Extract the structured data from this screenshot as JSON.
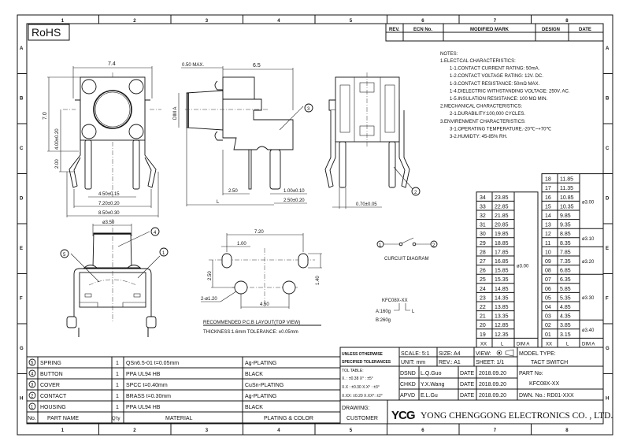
{
  "frame": {
    "columns": [
      "1",
      "2",
      "3",
      "4",
      "5",
      "6",
      "7",
      "8"
    ],
    "rows": [
      "A",
      "B",
      "C",
      "D",
      "E",
      "F",
      "G",
      "H"
    ]
  },
  "rohs": "RoHS",
  "revision_table": {
    "headers": [
      "REV.",
      "ECN No.",
      "MODIFIED MARK",
      "DESIGN",
      "DATE"
    ]
  },
  "notes": {
    "title": "NOTES:",
    "lines": [
      "1.ELECTCAL CHARACTERISTICS:",
      "1-1.CONTACT CURRENT RATING:    50mA.",
      "1-2.CONTACT VOLTAGE RATING: 12V. DC.",
      "1-3.CONTACT RESISTANCE:  50mΩ MAX.",
      "1-4.DIELECTRIC WITHSTANDING VOLTAGE:  250V. AC.",
      "1-5.INSULATION RESISTANCE:  100 MΩ MIN.",
      "2.MECHANICAL CHARACTERISTICS:",
      "2-1.DURABILITY:100,000 CYCLES.",
      "3.ENVIRENMENT CHARACTERISTICS:",
      "3-1.OPERATING TEMPERATURE.-20℃~+70℃",
      "3-2.HUMIDTY: 45-85% RH."
    ]
  },
  "dimensions": {
    "front_width": "7.4",
    "front_height": "7.0",
    "front_center": "4.00±0.20",
    "front_lead": "2.00",
    "pitch_inner": "4.50±0.15",
    "pitch_mid": "7.20±0.20",
    "pitch_outer": "8.50±0.30",
    "side_max": "0.50 MAX.",
    "side_depth": "6.5",
    "dim_a": "DIM A",
    "side_l": "L",
    "side_250": "2.50",
    "side_pin": "1.00±0.10",
    "side_pin_spacing": "2.50±0.20",
    "back_pin": "0.70±0.05",
    "button_dia": "ø3.50"
  },
  "callouts": [
    "1",
    "2",
    "3",
    "4",
    "5"
  ],
  "pcb_layout": {
    "dim_720": "7.20",
    "dim_100": "1.00",
    "dim_250": "2.50",
    "dim_140": "1.40",
    "dim_450": "4.50",
    "holes": "2-ø1.20",
    "title": "RECOMMENDED P.C.B LAYOUT(TOP VIEW)",
    "thickness": "THICKNESS:1.6mm  TOLERANCE: ±0.05mm"
  },
  "circuit": {
    "pin1": "1",
    "pin2": "2",
    "title": "CURCUIT DIAGRAM"
  },
  "part_code": {
    "code": "KFC08X-XX",
    "option_a": "A:160g",
    "option_b": "B:260g",
    "l_label": "L"
  },
  "length_table_left": {
    "headers": [
      "XX",
      "L",
      "DIM A"
    ],
    "dim": "ø3.00",
    "rows": [
      [
        "34",
        "23.85"
      ],
      [
        "33",
        "22.85"
      ],
      [
        "32",
        "21.85"
      ],
      [
        "31",
        "20.85"
      ],
      [
        "30",
        "19.85"
      ],
      [
        "29",
        "18.85"
      ],
      [
        "28",
        "17.85"
      ],
      [
        "27",
        "16.85"
      ],
      [
        "26",
        "15.85"
      ],
      [
        "25",
        "15.35"
      ],
      [
        "24",
        "14.85"
      ],
      [
        "23",
        "14.35"
      ],
      [
        "22",
        "13.85"
      ],
      [
        "21",
        "13.35"
      ],
      [
        "20",
        "12.85"
      ],
      [
        "19",
        "12.35"
      ]
    ]
  },
  "length_table_right": {
    "headers": [
      "XX",
      "L",
      "DIM A"
    ],
    "rows": [
      [
        "18",
        "11.85"
      ],
      [
        "17",
        "11.35"
      ],
      [
        "16",
        "10.85"
      ],
      [
        "15",
        "10.35"
      ],
      [
        "14",
        "9.85"
      ],
      [
        "13",
        "9.35"
      ],
      [
        "12",
        "8.85"
      ],
      [
        "11",
        "8.35"
      ],
      [
        "10",
        "7.85"
      ],
      [
        "09",
        "7.35"
      ],
      [
        "08",
        "6.85"
      ],
      [
        "07",
        "6.35"
      ],
      [
        "06",
        "5.85"
      ],
      [
        "05",
        "5.35"
      ],
      [
        "04",
        "4.85"
      ],
      [
        "03",
        "4.35"
      ],
      [
        "02",
        "3.85"
      ],
      [
        "01",
        "3.15"
      ]
    ],
    "groups": [
      {
        "span": 6,
        "dim": "ø3.00"
      },
      {
        "span": 2,
        "dim": "ø3.10"
      },
      {
        "span": 3,
        "dim": "ø3.20"
      },
      {
        "span": 5,
        "dim": "ø3.30"
      },
      {
        "span": 2,
        "dim": "ø3.40"
      }
    ]
  },
  "bom": {
    "headers": [
      "No.",
      "PART NAME",
      "Q'ty",
      "MATERIAL",
      "PLATING & COLOR"
    ],
    "rows": [
      {
        "no": "5",
        "name": "SPRING",
        "qty": "1",
        "material": "QSn6.5-01  t=0.05mm",
        "plating": "Ag-PLATING"
      },
      {
        "no": "4",
        "name": "BUTTON",
        "qty": "1",
        "material": "PPA  UL94  HB",
        "plating": "BLACK"
      },
      {
        "no": "3",
        "name": "COVER",
        "qty": "1",
        "material": "SPCC  t=0.40mm",
        "plating": "CuSn-PLATING"
      },
      {
        "no": "2",
        "name": "CONTACT",
        "qty": "1",
        "material": "BRASS  t=0.30mm",
        "plating": "Ag-PLATING"
      },
      {
        "no": "1",
        "name": "HOUSING",
        "qty": "1",
        "material": "PPA  UL94  HB",
        "plating": "BLACK"
      }
    ]
  },
  "title_block": {
    "tolerance_1": "UNLESS OTHERWISE",
    "tolerance_2": "SPECIFIED TOLERANCES",
    "scale": "SCALE: 5:1",
    "size": "SIZE:  A4",
    "view": "VIEW:",
    "unit": "UNIT:  mm",
    "rev": "REV.:  A1",
    "sheet": "SHEET:  1/1",
    "model_label": "MODEL TYPE:",
    "model_value": "TACT SWITCH",
    "tol_title": "TOL TABLE:",
    "tol_lines": [
      "X.  : ±0.38    X°  : ±5°",
      "X.X  : ±0.30    X.X°  : ±3°",
      "X.XX: ±0.20    X.XX°: ±2°"
    ],
    "signoffs": [
      {
        "role": "DSND",
        "name": "L.Q.Guo",
        "date_label": "DATE",
        "date": "2018.09.20"
      },
      {
        "role": "CHKD",
        "name": "Y.X.Wang",
        "date_label": "DATE",
        "date": "2018.09.20"
      },
      {
        "role": "APVD",
        "name": "E.L.Gu",
        "date_label": "DATE",
        "date": "2018.09.20"
      }
    ],
    "part_no_label": "PART No:",
    "part_no": "KFC08X-XX",
    "dwn_no": "DWN. No.:  RD01-XXX",
    "drawing_label": "DRAWING:",
    "drawing_value": "CUSTOMER",
    "logo_text": "YCG",
    "company": "YONG CHENGGONG ELECTRONICS CO. , LTD."
  }
}
